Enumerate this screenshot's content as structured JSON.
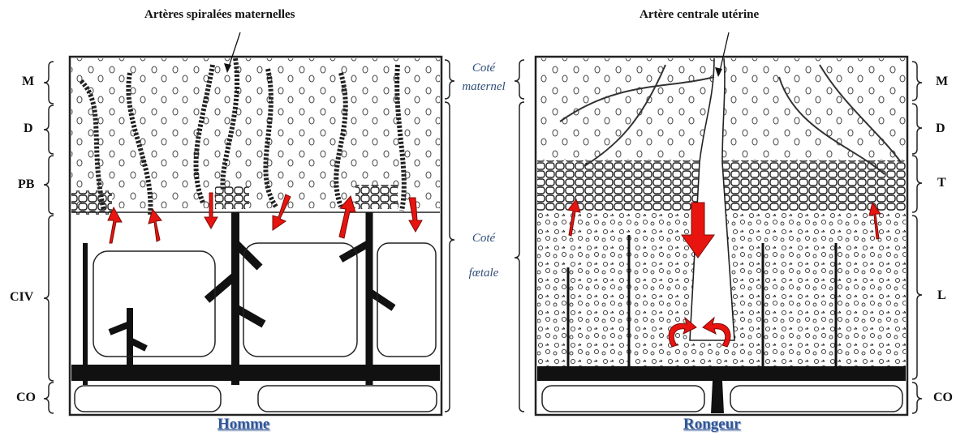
{
  "titles": {
    "left_top": "Artères spiralées maternelles",
    "right_top": "Artère centrale utérine"
  },
  "left_layers": [
    "M",
    "D",
    "PB",
    "CIV",
    "CO"
  ],
  "right_layers": [
    "M",
    "D",
    "T",
    "L",
    "CO"
  ],
  "middle": {
    "maternal_1": "Coté",
    "maternal_2": "maternel",
    "fetal_1": "Coté",
    "fetal_2": "fœtale"
  },
  "species": {
    "left": "Homme",
    "right": "Rongeur"
  },
  "colors": {
    "arrow": "#e8140f",
    "label_blue": "#2f4e7a",
    "species_blue": "#2f5597"
  }
}
